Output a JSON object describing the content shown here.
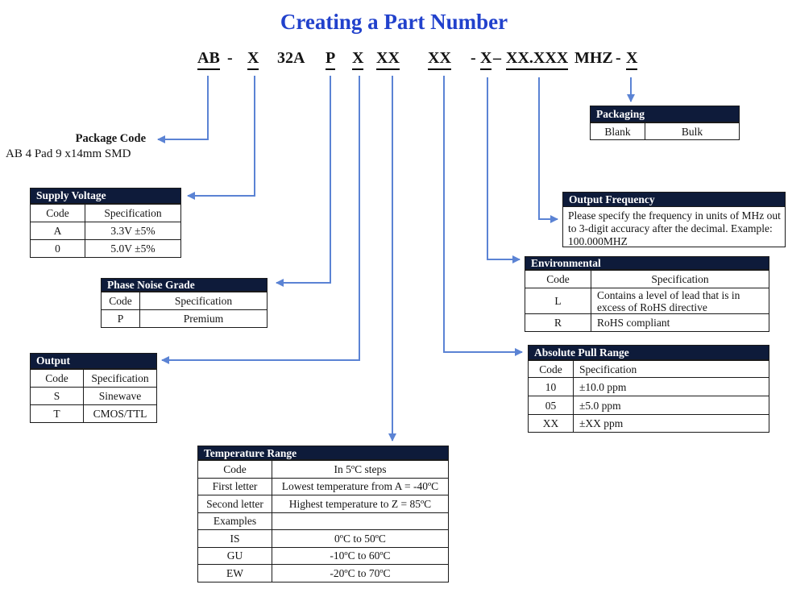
{
  "title": "Creating a Part Number",
  "colors": {
    "navy_header": "#0e1b3a",
    "arrow_blue": "#5b83d4",
    "title_blue": "#2141cc",
    "border": "#1a1a1a"
  },
  "part_number": {
    "segments": [
      {
        "text": "AB",
        "underline": true
      },
      {
        "text": "-",
        "underline": false
      },
      {
        "text": "X",
        "underline": true
      },
      {
        "text": "32A",
        "underline": false
      },
      {
        "text": "P",
        "underline": true
      },
      {
        "text": "X",
        "underline": true
      },
      {
        "text": "XX",
        "underline": true
      },
      {
        "text": "XX",
        "underline": true
      },
      {
        "text": "-",
        "underline": false
      },
      {
        "text": "X",
        "underline": true
      },
      {
        "text": "–",
        "underline": false
      },
      {
        "text": "XX.XXX",
        "underline": true
      },
      {
        "text": "MHZ",
        "underline": false
      },
      {
        "text": "-",
        "underline": false
      },
      {
        "text": "X",
        "underline": true
      }
    ]
  },
  "package_code": {
    "label": "Package Code",
    "description": "AB 4 Pad 9 x14mm SMD"
  },
  "tables": {
    "supply_voltage": {
      "title": "Supply Voltage",
      "rows": [
        [
          "Code",
          "Specification"
        ],
        [
          "A",
          "3.3V ±5%"
        ],
        [
          "0",
          "5.0V ±5%"
        ]
      ]
    },
    "phase_noise": {
      "title": "Phase Noise Grade",
      "rows": [
        [
          "Code",
          "Specification"
        ],
        [
          "P",
          "Premium"
        ]
      ]
    },
    "output": {
      "title": "Output",
      "rows": [
        [
          "Code",
          "Specification"
        ],
        [
          "S",
          "Sinewave"
        ],
        [
          "T",
          "CMOS/TTL"
        ]
      ]
    },
    "temperature": {
      "title": "Temperature Range",
      "rows": [
        [
          "Code",
          "In 5ºC steps"
        ],
        [
          "First letter",
          "Lowest temperature from A = -40ºC"
        ],
        [
          "Second  letter",
          "Highest temperature to Z = 85ºC"
        ],
        [
          "Examples",
          ""
        ],
        [
          "IS",
          "0ºC to 50ºC"
        ],
        [
          "GU",
          "-10ºC to 60ºC"
        ],
        [
          "EW",
          "-20ºC to 70ºC"
        ]
      ]
    },
    "packaging": {
      "title": "Packaging",
      "rows": [
        [
          "Blank",
          "Bulk"
        ]
      ]
    },
    "output_frequency": {
      "title": "Output Frequency",
      "body": "Please specify the frequency in units of MHz out to 3-digit accuracy after the decimal. Example: 100.000MHZ"
    },
    "environmental": {
      "title": "Environmental",
      "rows": [
        [
          "Code",
          "Specification"
        ],
        [
          "L",
          "Contains a level of lead that is in excess of RoHS directive"
        ],
        [
          "R",
          "RoHS compliant"
        ]
      ]
    },
    "absolute_pull": {
      "title": "Absolute Pull Range",
      "rows": [
        [
          "Code",
          "Specification"
        ],
        [
          "10",
          "±10.0 ppm"
        ],
        [
          "05",
          "±5.0 ppm"
        ],
        [
          "XX",
          "±XX ppm"
        ]
      ]
    }
  }
}
